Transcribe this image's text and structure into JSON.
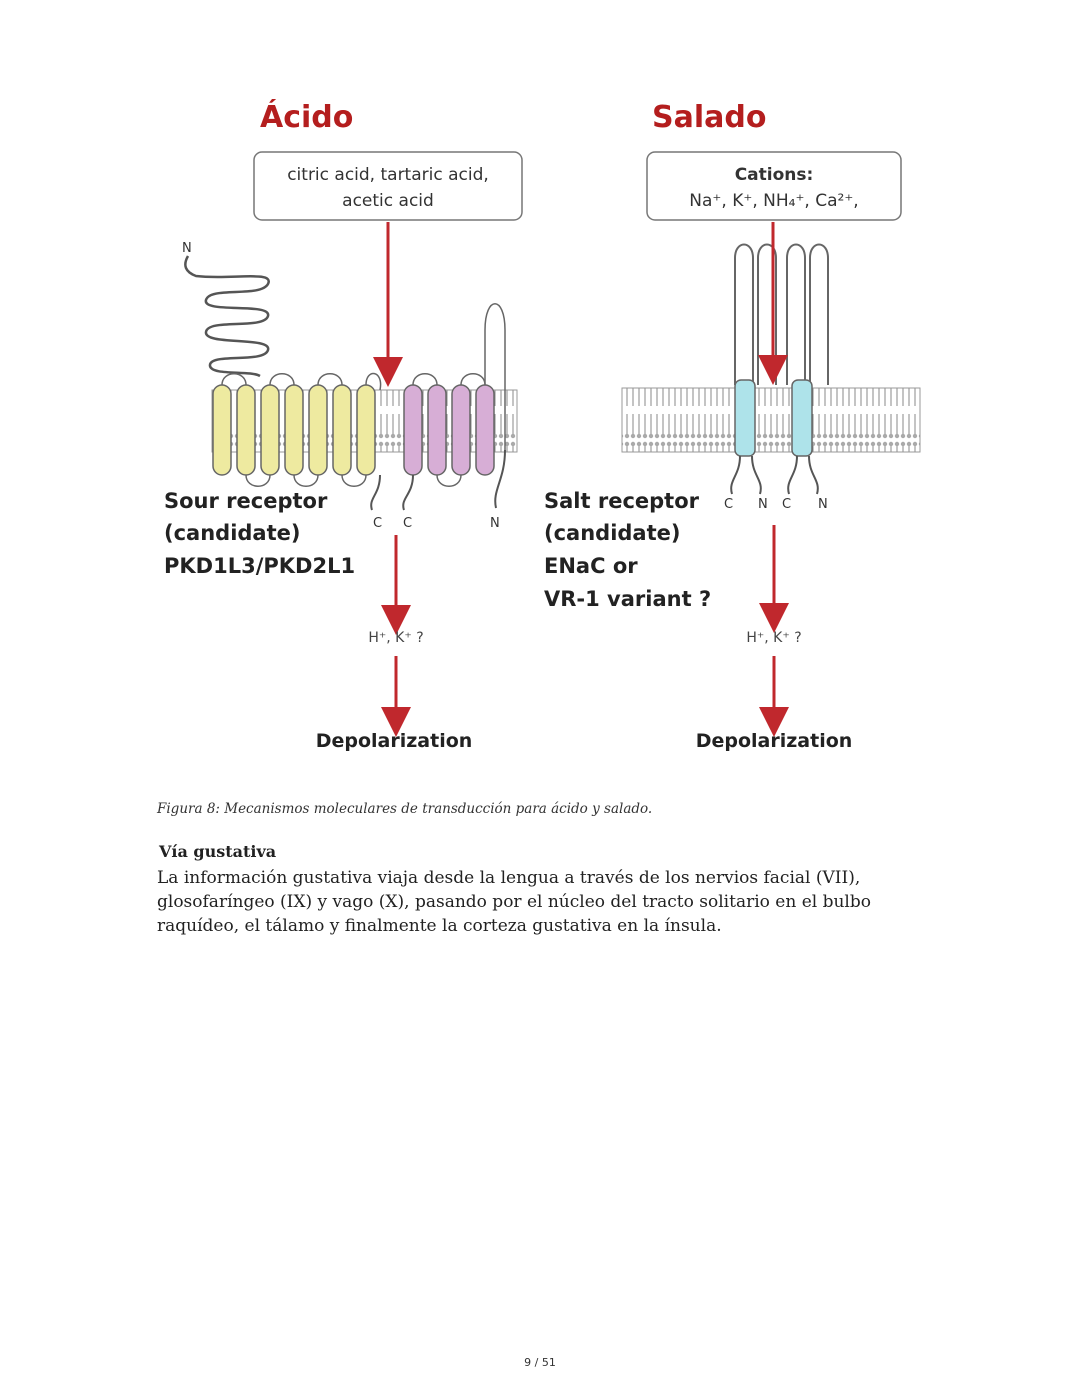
{
  "figure": {
    "acid": {
      "title": "Ácido",
      "box_line1": "citric acid, tartaric acid,",
      "box_line2": "acetic acid",
      "terminal_n_top": "N",
      "terminal_c1": "C",
      "terminal_c2": "C",
      "terminal_n_bottom": "N",
      "receptor_line1": "Sour receptor",
      "receptor_line2": "(candidate)",
      "receptor_line3": "PKD1L3/PKD2L1",
      "ions": "H⁺, K⁺ ?",
      "result": "Depolarization"
    },
    "salt": {
      "title": "Salado",
      "box_line1": "Cations:",
      "box_line2": "Na⁺, K⁺, NH₄⁺, Ca²⁺,",
      "terminal_labels": [
        "C",
        "N",
        "C",
        "N"
      ],
      "receptor_line1": "Salt receptor",
      "receptor_line2": "(candidate)",
      "receptor_line3": "ENaC or",
      "receptor_line4": "VR-1 variant ?",
      "ions": "H⁺, K⁺ ?",
      "result": "Depolarization"
    },
    "colors": {
      "arrow": "#c0282d",
      "yellow_helix": "#eeeaa0",
      "purple_helix": "#d7aed6",
      "cyan_helix": "#aee3ea",
      "title_red": "#b41e1e"
    }
  },
  "caption": "Figura 8: Mecanismos moleculares de transducción para ácido y salado.",
  "section": {
    "title": "Vía gustativa",
    "body": "La información gustativa viaja desde la lengua a través de los nervios facial (VII), glosofaríngeo (IX) y vago (X), pasando por el núcleo del tracto solitario en el bulbo raquídeo, el tálamo y finalmente la corteza gustativa en la ínsula."
  },
  "page_number": "9 / 51"
}
